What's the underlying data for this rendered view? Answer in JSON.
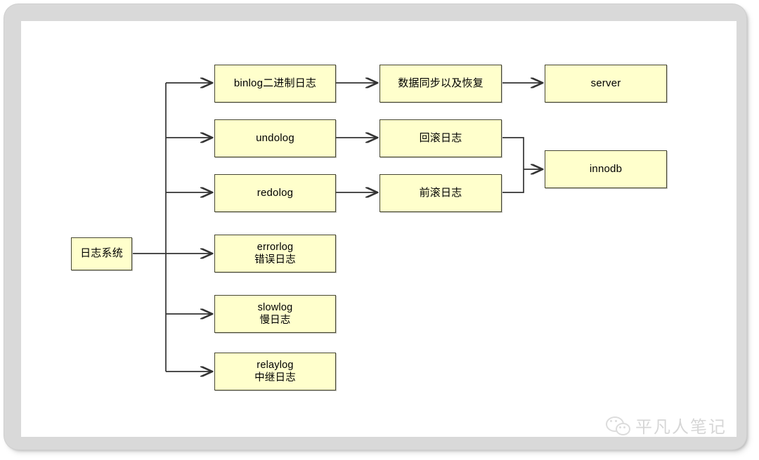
{
  "diagram": {
    "type": "tree-flowchart",
    "title_text": "",
    "colors": {
      "node_fill": "#ffffcc",
      "node_border": "#474733",
      "edge": "#333333",
      "canvas": "#ffffff",
      "frame": "#d9d9d9"
    },
    "root": {
      "id": "root",
      "label": "日志系统"
    },
    "level1": [
      {
        "id": "binlog",
        "label": "binlog二进制日志"
      },
      {
        "id": "undolog",
        "label": "undolog"
      },
      {
        "id": "redolog",
        "label": "redolog"
      },
      {
        "id": "errorlog",
        "label": "errorlog\n错误日志"
      },
      {
        "id": "slowlog",
        "label": "slowlog\n慢日志"
      },
      {
        "id": "relaylog",
        "label": "relaylog\n中继日志"
      }
    ],
    "level2": [
      {
        "id": "sync",
        "label": "数据同步以及恢复"
      },
      {
        "id": "rollback",
        "label": "回滚日志"
      },
      {
        "id": "rollfwd",
        "label": "前滚日志"
      }
    ],
    "level3": [
      {
        "id": "server",
        "label": "server"
      },
      {
        "id": "innodb",
        "label": "innodb"
      }
    ],
    "edges": [
      {
        "from": "root",
        "to": "binlog"
      },
      {
        "from": "root",
        "to": "undolog"
      },
      {
        "from": "root",
        "to": "redolog"
      },
      {
        "from": "root",
        "to": "errorlog"
      },
      {
        "from": "root",
        "to": "slowlog"
      },
      {
        "from": "root",
        "to": "relaylog"
      },
      {
        "from": "binlog",
        "to": "sync"
      },
      {
        "from": "undolog",
        "to": "rollback"
      },
      {
        "from": "redolog",
        "to": "rollfwd"
      },
      {
        "from": "sync",
        "to": "server"
      },
      {
        "from": "rollback",
        "to": "innodb"
      },
      {
        "from": "rollfwd",
        "to": "innodb"
      }
    ]
  },
  "watermark": {
    "icon": "wechat-icon",
    "text": "平凡人笔记"
  }
}
